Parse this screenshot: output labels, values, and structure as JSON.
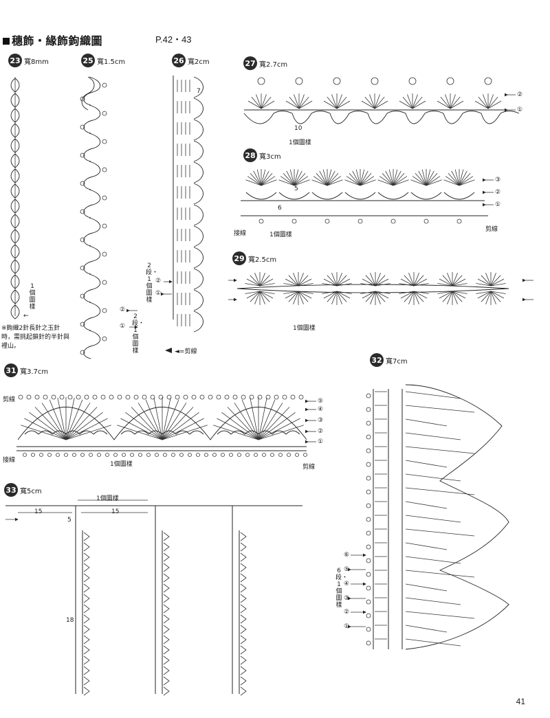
{
  "header": {
    "title": "穗飾・緣飾鉤織圖",
    "page_ref": "P.42・43",
    "page_number": "41"
  },
  "patterns": [
    {
      "id": "23",
      "width": "寬8mm"
    },
    {
      "id": "25",
      "width": "寬1.5cm"
    },
    {
      "id": "26",
      "width": "寬2cm"
    },
    {
      "id": "27",
      "width": "寬2.7cm"
    },
    {
      "id": "28",
      "width": "寬3cm"
    },
    {
      "id": "29",
      "width": "寬2.5cm"
    },
    {
      "id": "31",
      "width": "寬3.7cm"
    },
    {
      "id": "32",
      "width": "寬7cm"
    },
    {
      "id": "33",
      "width": "寬5cm"
    }
  ],
  "labels": {
    "one_repeat_vertical": "1個圖樣",
    "one_repeat": "1個圖樣",
    "cut_yarn": "剪線",
    "join_yarn": "接線",
    "two_rows_one_repeat": "2段・1個圖樣",
    "six_rows_one_repeat": "6段・1個圖樣",
    "cut_legend": "◄=剪線",
    "count_7": "7",
    "count_10": "10",
    "count_5": "5",
    "count_6": "6",
    "count_15a": "15",
    "count_15b": "15",
    "count_5b": "5",
    "count_18": "18"
  },
  "note": "※鉤織2針長針之玉針時，需挑起鎖針的半針與裡山。",
  "row_markers": {
    "p27": [
      "②",
      "①"
    ],
    "p28": [
      "③",
      "②",
      "①"
    ],
    "p31": [
      "⑤",
      "④",
      "③",
      "②",
      "①"
    ],
    "p32": [
      "⑥",
      "⑤",
      "④",
      "③",
      "②",
      "①"
    ],
    "p25": [
      "②",
      "①"
    ],
    "p26": [
      "②",
      "①"
    ]
  }
}
